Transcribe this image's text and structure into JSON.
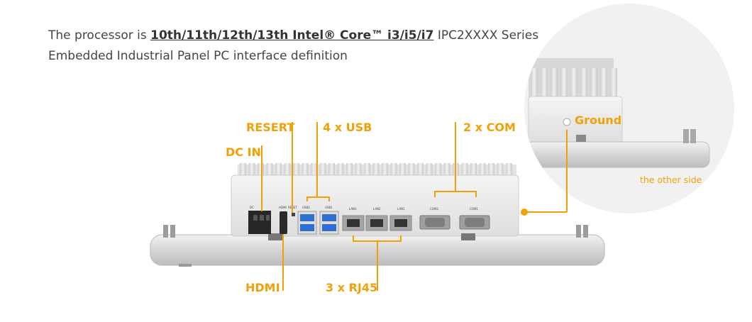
{
  "header": {
    "line1_prefix": "The processor is ",
    "line1_emph": "10th/11th/12th/13th Intel® Core™ i3/i5/i7",
    "line1_suffix": " IPC2XXXX Series",
    "line2": "Embedded Industrial Panel PC interface definition"
  },
  "labels": {
    "resert": "RESERT",
    "usb": "4 x USB",
    "com": "2 x COM",
    "dcin": "DC IN",
    "hdmi": "HDMI",
    "rj45": "3 x RJ45",
    "ground": "Ground",
    "other_side": "the other side"
  },
  "port_labels": {
    "dc": "DC",
    "hdmi": "HDMI",
    "reset": "RESET",
    "usb2": "USB2",
    "usb1": "USB1",
    "lan3": "LAN3",
    "lan2": "LAN2",
    "lan1": "LAN1",
    "com2": "COM2",
    "com1": "COM1"
  },
  "colors": {
    "accent": "#f2a007",
    "chassis": "#e9e9e9",
    "bezel": "#dcdcdc",
    "port_blue": "#2f6fd0",
    "text": "#444444"
  }
}
